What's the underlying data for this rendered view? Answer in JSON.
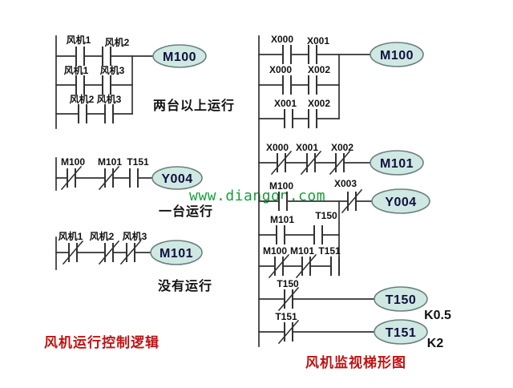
{
  "watermark": "www.diangon.com",
  "colors": {
    "wire": "#333333",
    "coil_fill": "#cfe8e2",
    "coil_stroke": "#6b7f7f",
    "coil_text": "#101040",
    "label_text": "#111111",
    "title_red": "#c01212",
    "watermark_green": "#12a13b"
  },
  "left_ladder": {
    "title": "风机运行控制逻辑",
    "net1": {
      "comment": "两台以上运行",
      "coil": "M100",
      "row1": {
        "c1": "风机1",
        "c2": "风机2"
      },
      "row2": {
        "c1": "风机1",
        "c2": "风机3"
      },
      "row3": {
        "c1": "风机2",
        "c2": "风机3"
      }
    },
    "net2": {
      "comment": "一台运行",
      "coil": "Y004",
      "c1": "M100",
      "c2": "M101",
      "c3": "T151"
    },
    "net3": {
      "comment": "没有运行",
      "coil": "M101",
      "c1": "风机1",
      "c2": "风机2",
      "c3": "风机3"
    }
  },
  "right_ladder": {
    "title": "风机监视梯形图",
    "net1": {
      "coil": "M100",
      "row1": {
        "c1": "X000",
        "c2": "X001"
      },
      "row2": {
        "c1": "X000",
        "c2": "X002"
      },
      "row3": {
        "c1": "X001",
        "c2": "X002"
      }
    },
    "net2": {
      "coil": "M101",
      "c1": "X000",
      "c2": "X001",
      "c3": "X002"
    },
    "net3": {
      "coil": "Y004",
      "row1": {
        "c1": "M100",
        "c2": "X003"
      },
      "row2": {
        "c1": "M101",
        "c2": "T150"
      },
      "row3": {
        "c1": "M100",
        "c2": "M101",
        "c3": "T151"
      }
    },
    "net4": {
      "coil": "T150",
      "c1": "T150",
      "k": "K0.5"
    },
    "net5": {
      "coil": "T151",
      "c1": "T151",
      "k": "K2"
    }
  }
}
